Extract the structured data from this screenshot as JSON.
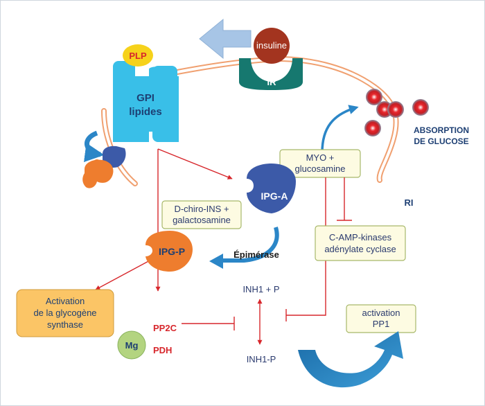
{
  "labels": {
    "plp": "PLP",
    "gpi_line1": "GPI",
    "gpi_line2": "lipides",
    "insuline": "insuline",
    "ir": "IR",
    "absorption_line1": "ABSORPTION",
    "absorption_line2": "DE GLUCOSE",
    "ri": "RI",
    "myo_line1": "MYO +",
    "myo_line2": "glucosamine",
    "dchiro_line1": "D-chiro-INS +",
    "dchiro_line2": "galactosamine",
    "ipg_a": "IPG-A",
    "ipg_p": "IPG-P",
    "epimerase": "Épimérase",
    "camp_line1": "C-AMP-kinases",
    "camp_line2": "adénylate cyclase",
    "activation_line1": "Activation",
    "activation_line2": "de la glycogène",
    "activation_line3": "synthase",
    "inh1_p": "INH1 + P",
    "inh1p": "INH1-P",
    "pp1_line1": "activation",
    "pp1_line2": "PP1",
    "mg": "Mg",
    "pp2c": "PP2C",
    "pdh": "PDH"
  },
  "colors": {
    "membrane": "#f0a070",
    "gpi": "#39bfe8",
    "plp": "#f6d21b",
    "insuline": "#a3341f",
    "ir": "#16786f",
    "ipg": "#3c5aa8",
    "ipg_p": "#ee7d2e",
    "box_fill": "#fdfbe2",
    "box_stroke": "#a7b86a",
    "activation_box": "#fbc566",
    "red": "#d7262b",
    "blue_arrow": "#2b86c7",
    "mg": "#b3d480",
    "text_blue": "#1d3f73"
  }
}
